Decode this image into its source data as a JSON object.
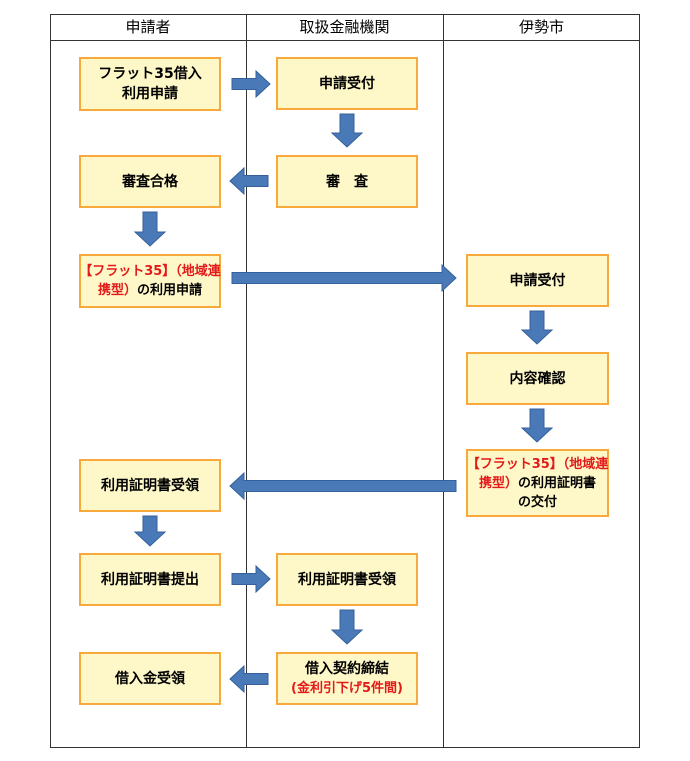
{
  "columns": {
    "applicant": "申請者",
    "bank": "取扱金融機関",
    "city": "伊勢市"
  },
  "boxes": {
    "b1_line1": "フラット35借入",
    "b1_line2": "利用申請",
    "b2": "申請受付",
    "b3": "審　査",
    "b4": "審査合格",
    "b5_red1": "【フラット35】（地域連",
    "b5_red2": "携型）",
    "b5_black2": "の利用申請",
    "b6": "申請受付",
    "b7": "内容確認",
    "b8_red1": "【フラット35】（地域連",
    "b8_red2": "携型）",
    "b8_black2": "の利用証明書",
    "b8_line3": "の交付",
    "b9": "利用証明書受領",
    "b10": "利用証明書提出",
    "b11": "利用証明書受領",
    "b12": "借入金受領",
    "b13_line1": "借入契約締結",
    "b13_line2": "(金利引下げ5件間)"
  },
  "colors": {
    "box_fill": "#fef7c8",
    "box_border": "#f7a93b",
    "arrow_fill": "#4a79b8",
    "arrow_stroke": "#35609a",
    "highlight_text": "#e31a1a"
  }
}
